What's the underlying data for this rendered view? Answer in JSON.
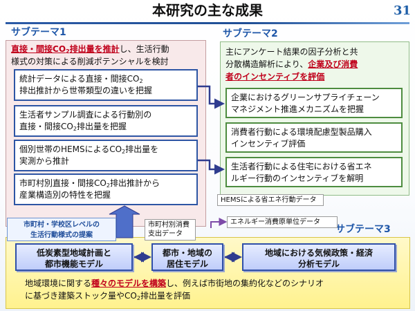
{
  "slide": {
    "title": "本研究の主な成果",
    "number": "31"
  },
  "subtheme1": {
    "heading": "サブテーマ1",
    "desc": {
      "emph": "直接・間接CO2排出量を推計",
      "line1_rest": "し、生活行動",
      "line2": "様式の対策による削減ポテンシャルを検討"
    },
    "items": [
      {
        "line1": "統計データによる直接・間接CO2",
        "line2": "排出推計から世帯類型の違いを把握"
      },
      {
        "line1": "生活者サンプル調査による行動別の",
        "line2": "直接・間接CO2排出量を把握"
      },
      {
        "line1": "個別世帯のHEMSによるCO2排出量を",
        "line2": "実測から推計"
      },
      {
        "line1": "市町村別直接・間接CO2排出推計から",
        "line2": "産業構造別の特性を把握"
      }
    ]
  },
  "subtheme2": {
    "heading": "サブテーマ2",
    "desc": {
      "line1": "主にアンケート結果の因子分析と共",
      "line2_plain": "分散構造解析により、",
      "line2_emph": "企業及び消費",
      "line3_emph": "者のインセンティブを評価"
    },
    "items": [
      {
        "line1": "企業におけるグリーンサプライチェーン",
        "line2": "マネジメント推進メカニズムを把握"
      },
      {
        "line1": "消費者行動による環境配慮型製品購入",
        "line2": "インセンティブ評価"
      },
      {
        "line1": "生活者行動による住宅における省エネ",
        "line2": "ルギー行動のインセンティブを解明"
      }
    ]
  },
  "subtheme3": {
    "heading": "サブテーマ3",
    "models": [
      {
        "line1": "低炭素型地域計画と",
        "line2": "都市機能モデル"
      },
      {
        "line1": "都市・地域の",
        "line2": "居住モデル"
      },
      {
        "line1": "地域における気候政策・経済",
        "line2": "分析モデル"
      }
    ],
    "desc": {
      "line1_plain_a": "地域環境に関する",
      "line1_emph": "種々のモデルを構築",
      "line1_plain_b": "し、例えば市街地の集約化などのシナリオ",
      "line2": "に基づき建築ストック量やCO2排出量を評価"
    }
  },
  "flows": {
    "hems": "HEMSによる省エネ行動データ",
    "energy": "エネルギー消費原単位データ",
    "municipal_line1": "市町村別消費",
    "municipal_line2": "支出データ",
    "proposal_line1": "市町村・学校区レベルの",
    "proposal_line2": "生活行動様式の提案"
  },
  "colors": {
    "heading": "#1e56a8",
    "emphasis": "#c0001b",
    "panel1_bg": "#f8e9ea",
    "panel2_bg": "#eef8ea",
    "panel3_bg": "#fff28e",
    "arrow": "#2f3c8f"
  }
}
